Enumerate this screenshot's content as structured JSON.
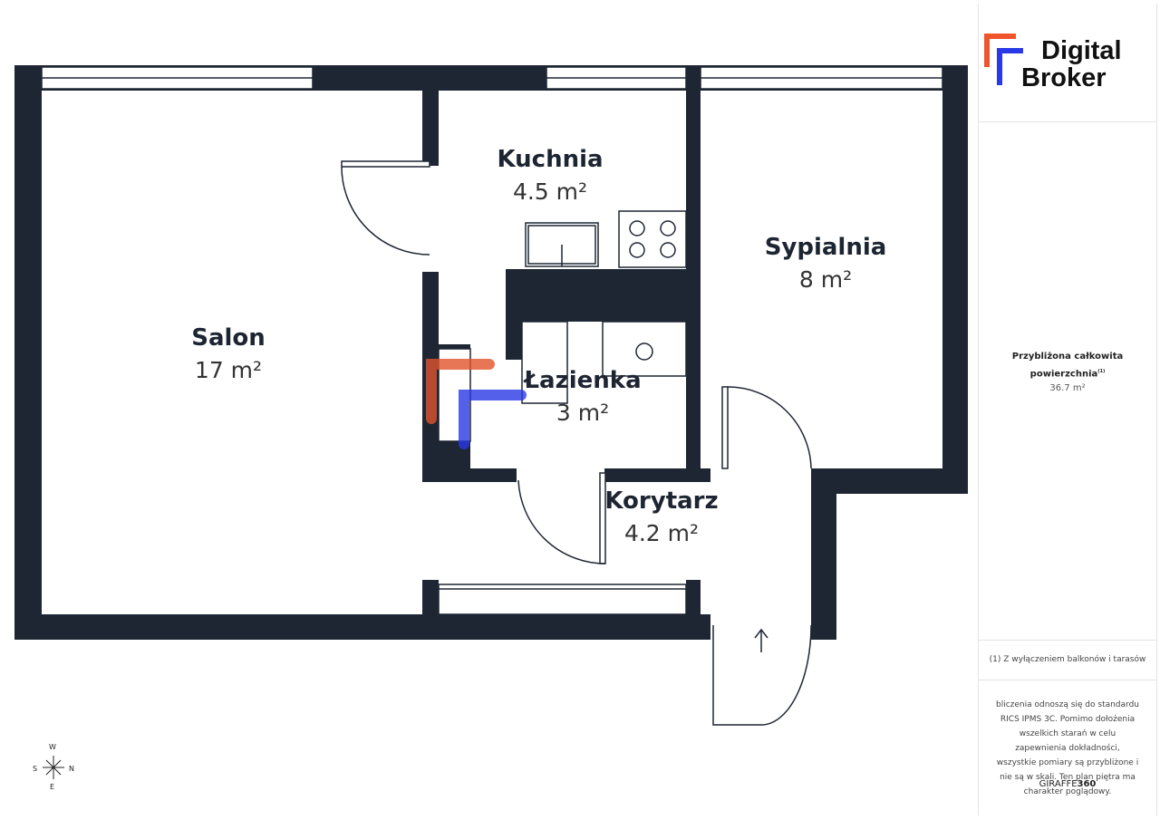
{
  "brand": {
    "line1": "Digital",
    "line2": "Broker",
    "orange": "#f0542d",
    "blue": "#2a38e6"
  },
  "rooms": [
    {
      "name": "Salon",
      "area": "17 m²"
    },
    {
      "name": "Kuchnia",
      "area": "4.5 m²"
    },
    {
      "name": "Sypialnia",
      "area": "8 m²"
    },
    {
      "name": "Łazienka",
      "area": "3 m²"
    },
    {
      "name": "Korytarz",
      "area": "4.2 m²"
    }
  ],
  "summary": {
    "label_line1": "Przybliżona całkowita",
    "label_line2": "powierzchnia",
    "footnote_mark": "(1)",
    "total": "36.7 m²"
  },
  "footnote": "(1) Z wyłączeniem balkonów i tarasów",
  "disclaimer": "bliczenia odnoszą się do standardu RICS IPMS 3C. Pomimo dołożenia wszelkich starań w celu zapewnienia dokładności, wszystkie pomiary są przybliżone i nie są w skali. Ten plan piętra ma charakter poglądowy.",
  "credit": {
    "a": "GIRAFFE",
    "b": "360"
  },
  "compass": {
    "n": "N",
    "s": "S",
    "e": "E",
    "w": "W"
  },
  "colors": {
    "wall": "#1f2633"
  }
}
